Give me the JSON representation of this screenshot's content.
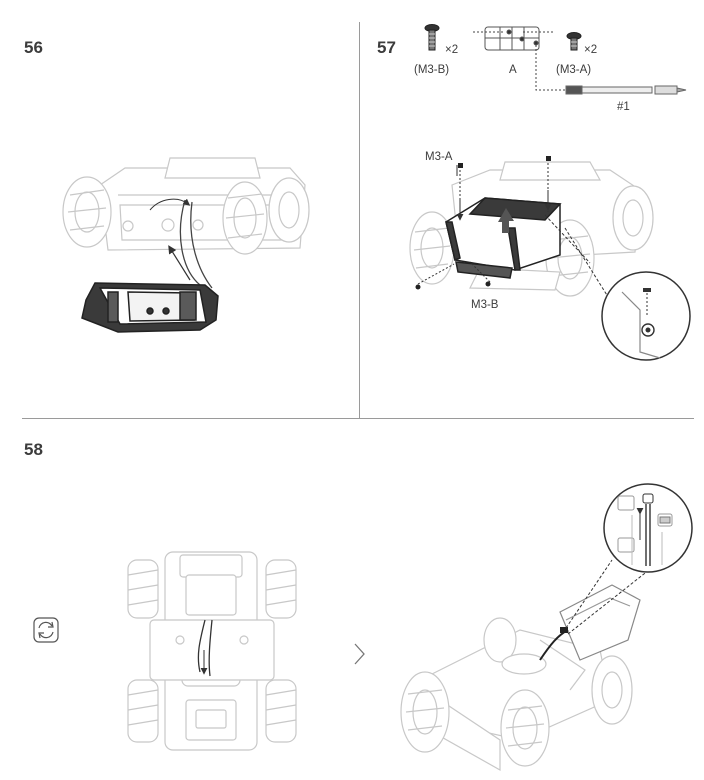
{
  "steps": {
    "s56": "56",
    "s57": "57",
    "s58": "58"
  },
  "parts": {
    "screw_b_qty": "×2",
    "screw_b_label": "(M3-B)",
    "part_a_label": "A",
    "screw_a_qty": "×2",
    "screw_a_label": "(M3-A)",
    "screwdriver_label": "#1"
  },
  "callouts": {
    "m3a": "M3-A",
    "m3b": "M3-B"
  },
  "icons": {
    "flip": "rotate-icon",
    "next": "chevron-right-icon"
  }
}
